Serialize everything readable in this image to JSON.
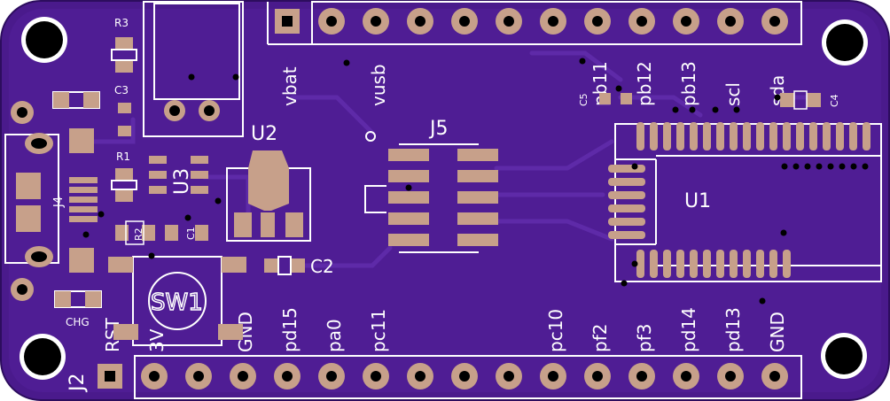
{
  "colors": {
    "board": "#4a1a8c",
    "board_dark": "#3c137a",
    "trace": "#5b29a4",
    "pad": "#c7a08a",
    "pad_inner": "#a9806a",
    "silk": "#ffffff",
    "hole": "#000000"
  },
  "labels": {
    "u1": "U1",
    "u2": "U2",
    "u3": "U3",
    "j2": "J2",
    "j4": "J4",
    "j5": "J5",
    "sw1": "SW1",
    "r1": "R1",
    "r2": "R2",
    "r3": "R3",
    "c1": "C1",
    "c2": "C2",
    "c3": "C3",
    "c4": "C4",
    "c5": "C5",
    "chg": "CHG"
  },
  "top_header": {
    "pins": [
      "vbat",
      "vusb",
      "pb11",
      "pb12",
      "pb13",
      "scl",
      "sda"
    ]
  },
  "bottom_header": {
    "pins": [
      "RST",
      "3V",
      "GND",
      "pd15",
      "pa0",
      "pc11",
      "pc10",
      "pf2",
      "pf3",
      "pd14",
      "pd13",
      "GND"
    ]
  }
}
